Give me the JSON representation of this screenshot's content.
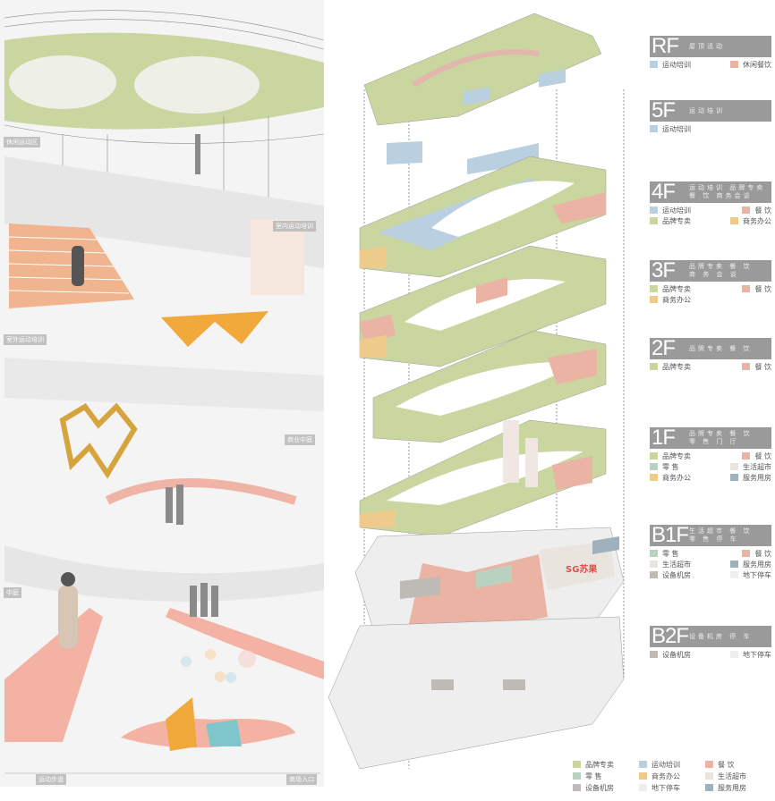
{
  "colors": {
    "brand": "#c9d69f",
    "sports": "#bacfe0",
    "dining": "#ebb3a3",
    "office": "#edcb8c",
    "retail": "#b8d1c1",
    "supermarket": "#e9e4de",
    "equipment": "#bebab5",
    "parking": "#eeeeee",
    "service": "#9fb1bd",
    "header": "#9a9a9a"
  },
  "scene_labels": [
    "休闲运动区",
    "室内运动培训",
    "室外运动培训",
    "商业中庭",
    "中庭",
    "运动步道",
    "商场入口"
  ],
  "floors": [
    {
      "code": "RF",
      "sub": [
        "屋顶活动"
      ],
      "items": [
        {
          "label": "运动培训",
          "color": "sports"
        },
        {
          "label": "休闲餐饮",
          "color": "dining"
        }
      ]
    },
    {
      "code": "5F",
      "sub": [
        "运动培训"
      ],
      "items": [
        {
          "label": "运动培训",
          "color": "sports"
        }
      ]
    },
    {
      "code": "4F",
      "sub": [
        "运动培训 品牌专卖",
        "餐 饮 商务会谈"
      ],
      "items": [
        {
          "label": "运动培训",
          "color": "sports"
        },
        {
          "label": "餐 饮",
          "color": "dining"
        },
        {
          "label": "品牌专卖",
          "color": "brand"
        },
        {
          "label": "商务办公",
          "color": "office"
        }
      ]
    },
    {
      "code": "3F",
      "sub": [
        "品牌专卖 餐 饮",
        "商 务 会 谈"
      ],
      "items": [
        {
          "label": "品牌专卖",
          "color": "brand"
        },
        {
          "label": "餐 饮",
          "color": "dining"
        },
        {
          "label": "商务办公",
          "color": "office"
        }
      ]
    },
    {
      "code": "2F",
      "sub": [
        "品牌专卖 餐 饮"
      ],
      "items": [
        {
          "label": "品牌专卖",
          "color": "brand"
        },
        {
          "label": "餐 饮",
          "color": "dining"
        }
      ]
    },
    {
      "code": "1F",
      "sub": [
        "品牌专卖 餐 饮",
        "零 售 门 厅"
      ],
      "items": [
        {
          "label": "品牌专卖",
          "color": "brand"
        },
        {
          "label": "餐 饮",
          "color": "dining"
        },
        {
          "label": "零 售",
          "color": "retail"
        },
        {
          "label": "生活超市",
          "color": "supermarket"
        },
        {
          "label": "商务办公",
          "color": "office"
        },
        {
          "label": "服务用房",
          "color": "service"
        }
      ]
    },
    {
      "code": "B1F",
      "sub": [
        "生活超市 餐 饮",
        "零 售 停 车"
      ],
      "items": [
        {
          "label": "零 售",
          "color": "retail"
        },
        {
          "label": "餐 饮",
          "color": "dining"
        },
        {
          "label": "生活超市",
          "color": "supermarket"
        },
        {
          "label": "服务用房",
          "color": "service"
        },
        {
          "label": "设备机房",
          "color": "equipment"
        },
        {
          "label": "地下停车",
          "color": "parking"
        }
      ]
    },
    {
      "code": "B2F",
      "sub": [
        "设备机房 停 车"
      ],
      "items": [
        {
          "label": "设备机房",
          "color": "equipment"
        },
        {
          "label": "地下停车",
          "color": "parking"
        }
      ]
    }
  ],
  "bottom_legend": [
    {
      "label": "品牌专卖",
      "color": "brand"
    },
    {
      "label": "运动培训",
      "color": "sports"
    },
    {
      "label": "餐 饮",
      "color": "dining"
    },
    {
      "label": "零 售",
      "color": "retail"
    },
    {
      "label": "商务办公",
      "color": "office"
    },
    {
      "label": "生活超市",
      "color": "supermarket"
    },
    {
      "label": "设备机房",
      "color": "equipment"
    },
    {
      "label": "地下停车",
      "color": "parking"
    },
    {
      "label": "服务用房",
      "color": "service"
    }
  ],
  "signage": {
    "supermarket_logo": "SG苏果"
  }
}
